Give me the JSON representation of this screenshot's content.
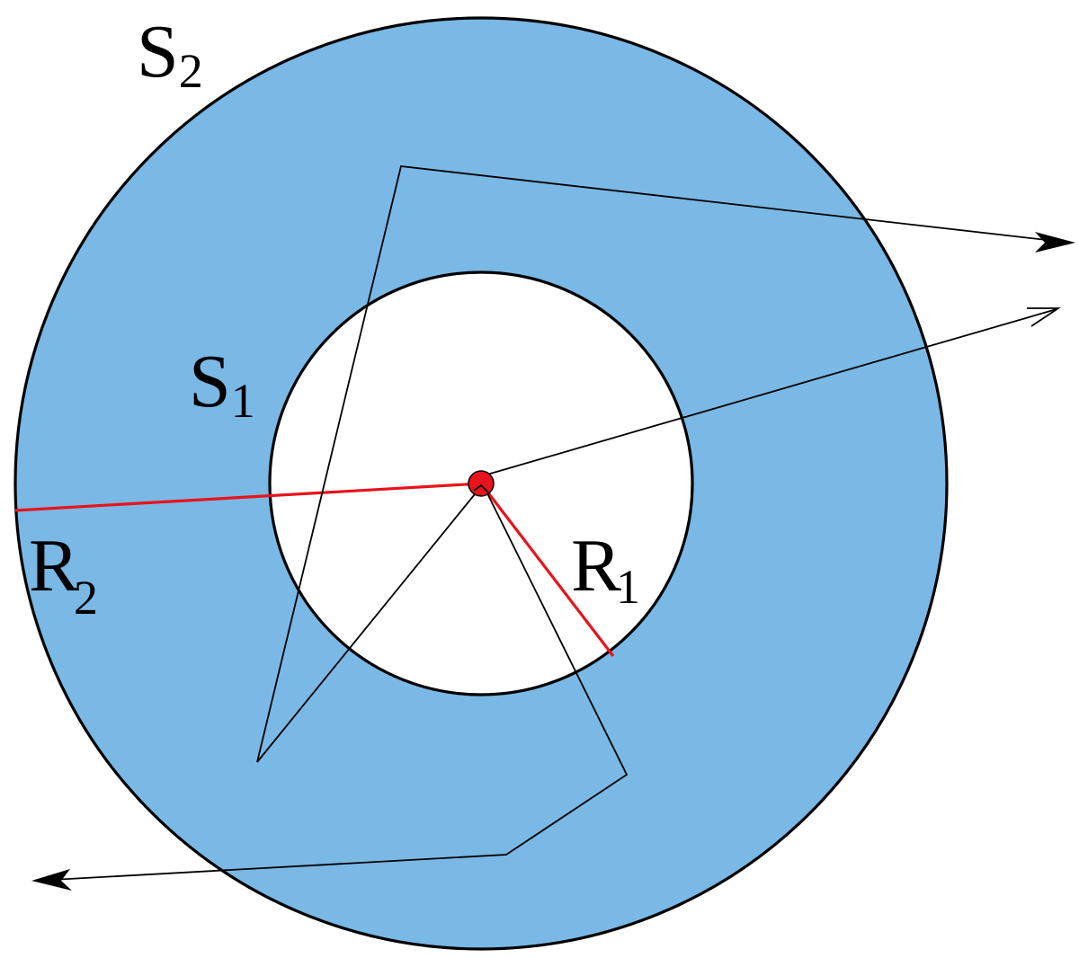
{
  "diagram": {
    "shell_outer": {
      "name": "S",
      "index": "2",
      "radius_name": "R",
      "radius_index": "2"
    },
    "shell_inner": {
      "name": "S",
      "index": "1",
      "radius_name": "R",
      "radius_index": "1"
    },
    "colors": {
      "shell_fill": "#7ab8e5",
      "inner_fill": "#ffffff",
      "outline": "#000000",
      "radius_line": "#e8131b",
      "source_point": "#e8131b",
      "paths": "#000000"
    },
    "icons": [
      "source-point-icon",
      "arrowhead-icon"
    ]
  }
}
